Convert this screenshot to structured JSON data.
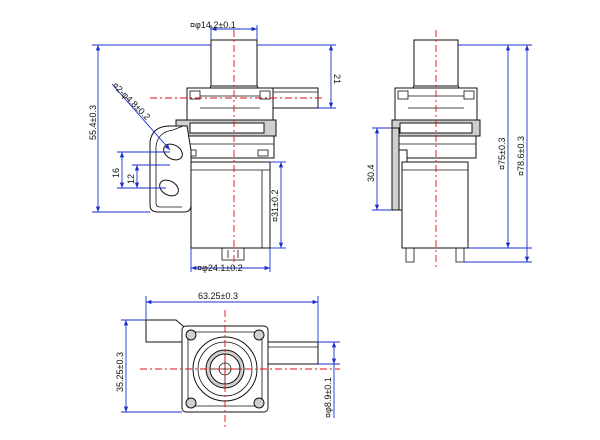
{
  "colors": {
    "outline": "#111111",
    "centerline": "#e01010",
    "dimension_line": "#1a2fd0",
    "background": "#ffffff"
  },
  "dimensions": {
    "outlet_diameter": "¤φ14.2±0.1",
    "outlet_height": "21",
    "mount_height": "55.4±0.3",
    "mount_holes": "¤2-φ4.8±0.2",
    "hole_spacing": "16",
    "hole_offset": "12",
    "motor_length": "¤31±0.2",
    "motor_diameter": "¤φ24.1±0.2",
    "side_body": "30.4",
    "side_height": "¤75±0.3",
    "total_height": "¤78.6±0.3",
    "bottom_width": "63.25±0.3",
    "bottom_depth": "35.25±0.3",
    "inlet_diameter": "¤φ8.9±0.1"
  }
}
